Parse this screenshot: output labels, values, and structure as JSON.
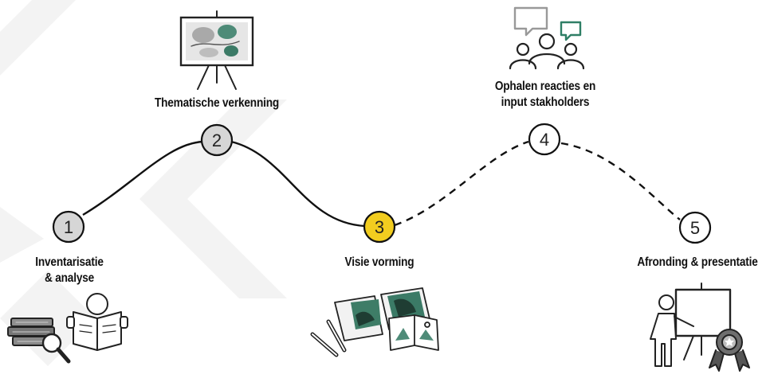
{
  "steps": [
    {
      "number": "1",
      "label_line1": "Inventarisatie",
      "label_line2": "& analyse",
      "status": "done"
    },
    {
      "number": "2",
      "label_line1": "Thematische verkenning",
      "label_line2": "",
      "status": "done"
    },
    {
      "number": "3",
      "label_line1": "Visie vorming",
      "label_line2": "",
      "status": "current"
    },
    {
      "number": "4",
      "label_line1": "Ophalen reacties en",
      "label_line2": "input stakholders",
      "status": "upcoming"
    },
    {
      "number": "5",
      "label_line1": "Afronding & presentatie",
      "label_line2": "",
      "status": "upcoming"
    }
  ],
  "colors": {
    "done_fill": "#d6d6d6",
    "current_fill": "#f2cd1f",
    "upcoming_fill": "#ffffff",
    "accent_green": "#2f7f66",
    "line": "#111111"
  },
  "icons": [
    "books-reading-icon",
    "presentation-board-icon",
    "maps-drawing-icon",
    "stakeholders-speech-icon",
    "presenter-award-icon"
  ]
}
